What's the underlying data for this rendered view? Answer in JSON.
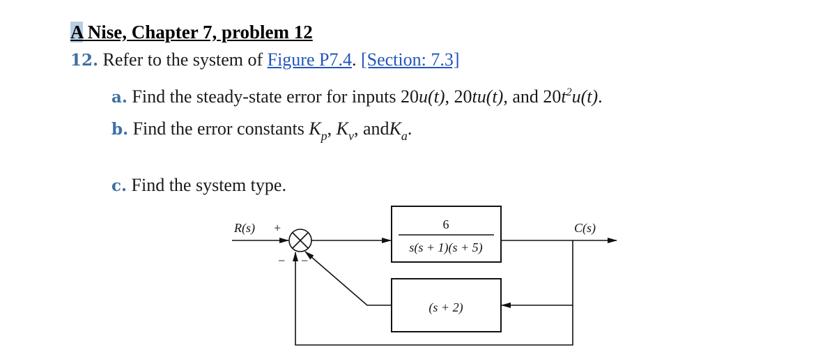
{
  "title": {
    "first_char": "A",
    "rest": " Nise, Chapter 7, problem 12"
  },
  "problem": {
    "number": "12.",
    "text_before": " Refer to the system of ",
    "figure_link": "Figure P7.4",
    "text_after": ". ",
    "section_link": "[Section: 7.3]"
  },
  "parts": {
    "a": {
      "letter": "a.",
      "text": " Find the steady-state error for inputs 20",
      "u1": "u(t)",
      "sep1": ", 20",
      "t2": "tu(t)",
      "sep2": ", and 20",
      "t3": "t",
      "sup3": "2",
      "u3": "u(t)",
      "end": "."
    },
    "b": {
      "letter": "b.",
      "text": " Find the error constants ",
      "K": "K",
      "p": "p",
      "comma1": ", ",
      "v": "v",
      "comma2": ", and",
      "a": "a",
      "end": "."
    },
    "c": {
      "letter": "c.",
      "text": " Find the system type."
    }
  },
  "diagram": {
    "input_label": "R(s)",
    "plus_sign": "+",
    "minus_sign_1": "−",
    "minus_sign_2": "−",
    "forward_num": "6",
    "forward_den": "s(s + 1)(s + 5)",
    "feedback_block": "(s + 2)",
    "output_label": "C(s)"
  }
}
